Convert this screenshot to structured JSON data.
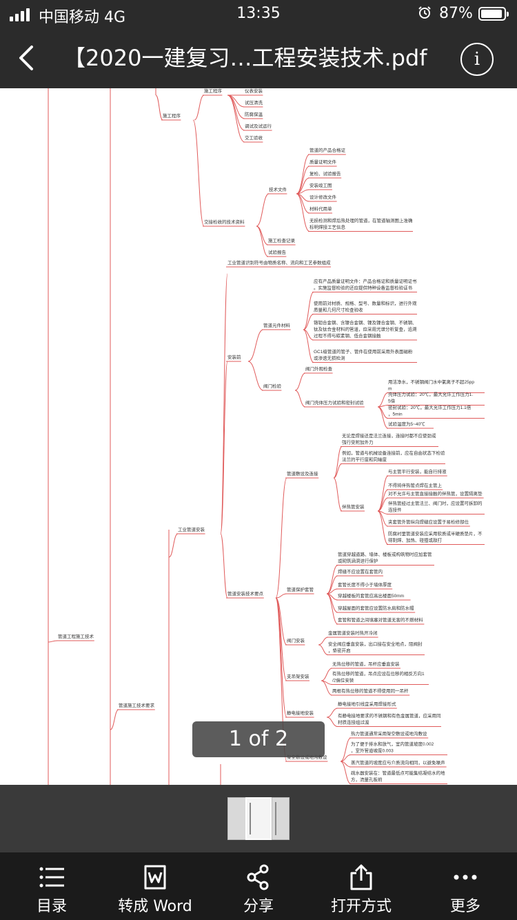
{
  "status_bar": {
    "carrier": "中国移动  4G",
    "time": "13:35",
    "battery_pct": "87%"
  },
  "nav": {
    "title": "【2020一建复习…工程安装技术.pdf"
  },
  "viewer": {
    "page_indicator": "1 of 2"
  },
  "mindmap": {
    "root": "管道工程施工技术",
    "l1": "管道施工技术要求",
    "top_nodes": [
      "施工程序",
      "交接检收的技术资料"
    ],
    "shigongchengxu": {
      "sub": "施工程序",
      "items": [
        "仪表安装",
        "试压清洗",
        "防腐保温",
        "调试及试运行",
        "交工验收"
      ]
    },
    "jiaojie": {
      "tech_docs_label": "技术文件",
      "tech_docs": [
        "管道的产品合格证",
        "质量证明文件",
        "复检、试验报告",
        "安装竣工图",
        "设计修改文件",
        "材料代用单",
        "无损检测和焊后热处理的管道，在管道轴测图上准确标明焊接工艺信息"
      ],
      "others": [
        "施工检查记录",
        "试验报告"
      ]
    },
    "gongye_label": "工业管道安装",
    "gongye_note": "工业管道识别符号由物质名称、流向和工艺参数组成",
    "anzhuangqian": "安装前",
    "guandaoyuanjian": "管道元件材料",
    "gdyj_items": [
      "应有产品质量证明文件：产品合格证和质量证明证书。实施监督检验的还应提供特种设备监督检验证书",
      "使用前对材质、规格、型号、数量和标识，进行外观质量和几何尺寸检查验收",
      "铬钼合金钢、含镍合金钢、镍及镍合金钢、不锈钢、钛及钛合金材料的管道，应采用光谱分析复查，追溯过程不得与碳素钢、低合金钢接触",
      "GC1级管道的管子、管件在使用前采用外表面磁粉或渗透无损检测"
    ],
    "famenjianyan": "阀门检验",
    "famen_items": [
      "阀门外观检查",
      "阀门壳体压力试验和密封试验"
    ],
    "famen_test": [
      "用洁净水，不锈钢阀门水中氯离子不超25ppm",
      "壳体压力试验：20℃，最大允许工作压力1.5倍",
      "密封试验：20℃，最大允许工作压力1.1倍，5min",
      "试验温度为5~40℃"
    ],
    "guandaoanzhuangjishu": "管道安装技术要点",
    "guandaoduijie": "管道敷设及连接",
    "dj_items": [
      "无论是焊接还是法兰连接，连接时都不应使劲或强行受附加外力",
      "例如，管道与机械设备连接前，应在自由状态下检验法兰的平行度和同轴度"
    ],
    "banrewguan": "伴热管安装",
    "brg_items": [
      "与主管平行安装，能自行排液",
      "不得将伴热管点焊在主管上",
      "对不允许与主管直接接触的伴热管，设置隔离垫",
      "伴热管经过主管法兰、阀门时，应设置可拆卸的连接件",
      "夹套管外管纵向焊缝应设置于易检修部位",
      "防腐衬里管道安装应采用软质或半硬质垫片，不得割焊、加热、碰撞或敲打"
    ],
    "guandaobaohu": "管道保护套管",
    "gdbh_items": [
      "管道穿越道路、墙体、楼板或构筑物时应加套管或砌筑涵洞进行保护",
      "焊缝不应设置在套管内",
      "套管长度不得小于墙体厚度",
      "穿越楼板的套管应高出楼面50mm",
      "穿越屋面的套管应设置防水肩和防水帽",
      "套管和管道之间填塞对管道无害的不燃材料"
    ],
    "famenanzhuang": "阀门安装",
    "fm_items": [
      "金属管道安装时热开冷闭",
      "安全阀应垂直安装，出口接在安全地点，阻阀封，垫密开启"
    ],
    "zhijia": "支吊架安装",
    "zj_items": [
      "无热位移的管道，吊杆应垂直安装",
      "有热位移的管道，吊点应设在位移的相反方向1/2偏位安装",
      "两根有热位移的管道不得使用同一吊杆"
    ],
    "jingdian": "静电接地安装",
    "jd_items": [
      "静电接地引线宜采用焊接形式",
      "有静电接地要求的不锈钢和有色金属管道，应采用同材质连接组过渡"
    ],
    "jiakong": "架空敷设或地沟敷设",
    "jk_items": [
      "热力管道通常采用架空敷设或地沟敷设",
      "为了便于排水和放气，室内管道坡度0.002，室外管道坡度0.003",
      "蒸汽管道的坡度应与介质流向相同，以避免噪声",
      "疏水器安装在：管道最低点可能集结凝结水的地方，流量孔板前"
    ]
  },
  "toolbar": {
    "catalog": "目录",
    "convert": "转成 Word",
    "share": "分享",
    "open_with": "打开方式",
    "more": "更多"
  }
}
